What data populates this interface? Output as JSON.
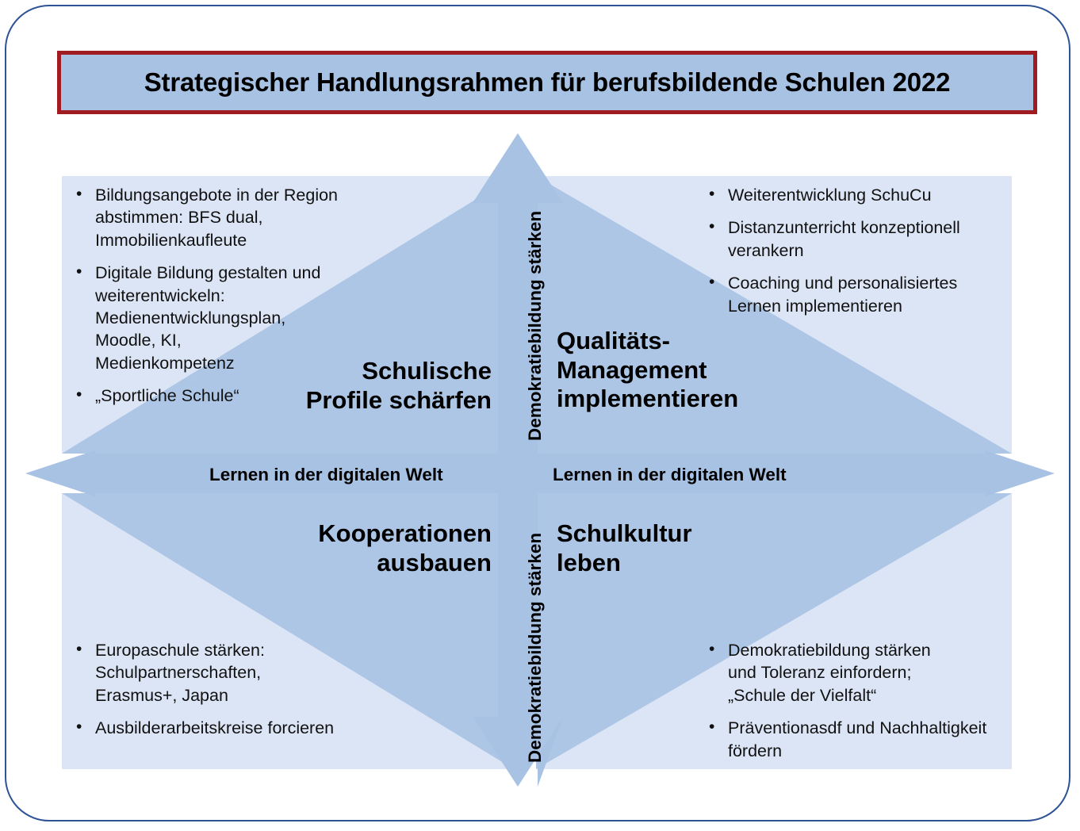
{
  "title": {
    "text": "Strategischer Handlungsrahmen für berufsbildende Schulen 2022",
    "border_color": "#a01b22",
    "fill_color": "#a8c2e4"
  },
  "colors": {
    "frame_border": "#2e5395",
    "panel_light": "#dce5f5",
    "panel_triangle": "#adc6e5",
    "arrow_fill": "#a8c2e4",
    "text": "#000000"
  },
  "axes": {
    "horizontal_label_left": "Lernen in der digitalen Welt",
    "horizontal_label_right": "Lernen in der digitalen Welt",
    "vertical_label_top": "Demokratiebildung stärken",
    "vertical_label_bottom": "Demokratiebildung stärken"
  },
  "quadrants": {
    "top_left": {
      "heading": "Schulische\nProfile schärfen",
      "bullets": [
        "Bildungsangebote in der Region\nabstimmen: BFS dual,\nImmobilienkaufleute",
        "Digitale Bildung gestalten und\nweiterentwickeln:\nMedienentwicklungsplan,\nMoodle, KI,\nMedienkompetenz",
        "„Sportliche Schule“"
      ]
    },
    "top_right": {
      "heading": "Qualitäts-\nManagement\nimplementieren",
      "bullets": [
        "Weiterentwicklung SchuCu",
        "Distanzunterricht konzeptionell\nverankern",
        "Coaching und personalisiertes\nLernen implementieren"
      ]
    },
    "bottom_left": {
      "heading": "Kooperationen\nausbauen",
      "bullets": [
        "Europaschule stärken:\nSchulpartnerschaften,\nErasmus+, Japan",
        "Ausbilderarbeitskreise forcieren"
      ]
    },
    "bottom_right": {
      "heading": "Schulkultur\nleben",
      "bullets": [
        "Demokratiebildung stärken\nund Toleranz einfordern;\n„Schule der Vielfalt“",
        "Präventionasdf und Nachhaltigkeit\nfördern"
      ]
    }
  }
}
